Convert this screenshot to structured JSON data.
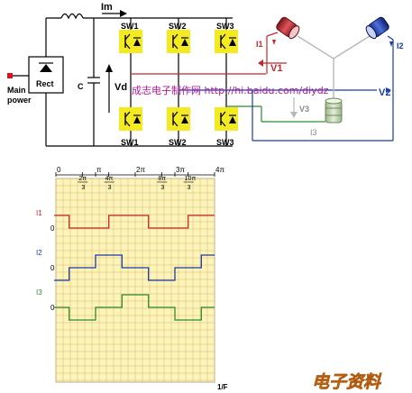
{
  "circuit": {
    "main_power": [
      "Main",
      "power"
    ],
    "rect_label": "Rect",
    "cap_label": "C",
    "vd_label": "Vd",
    "im_label": "Im",
    "switches_top": [
      "SW1",
      "SW2",
      "SW3"
    ],
    "switches_bottom": [
      "SW1",
      "SW2",
      "SW3"
    ],
    "watermark": "成志电子制作网 http://hi.baidu.com/diydz",
    "phase_labels": {
      "i1": "I1",
      "v1": "V1",
      "i2": "I2",
      "v2": "V2",
      "v3": "V3",
      "i3": "I3"
    },
    "colors": {
      "phase1": "#c0282e",
      "phase2": "#1a3aa6",
      "phase3": "#2e8a2e"
    }
  },
  "chart_data": {
    "type": "line",
    "x_axis": {
      "range": [
        0,
        4
      ],
      "unit": "π",
      "xlabel": "1/F",
      "ticks_top": [
        {
          "x": 0,
          "label": "0"
        },
        {
          "x": 0.6667,
          "label_num": "2π",
          "label_den": "3"
        },
        {
          "x": 1,
          "label": "π"
        },
        {
          "x": 1.3333,
          "label_num": "4π",
          "label_den": "3"
        },
        {
          "x": 2,
          "label": "2π"
        },
        {
          "x": 2.6667,
          "label_num": "8π",
          "label_den": "3"
        },
        {
          "x": 3,
          "label": "3π"
        },
        {
          "x": 3.3333,
          "label_num": "10π",
          "label_den": "3"
        },
        {
          "x": 4,
          "label": "4π"
        }
      ]
    },
    "grid": true,
    "series": [
      {
        "name": "I1",
        "zero_label": "0",
        "color": "#c0282e",
        "x": [
          0,
          0.3333,
          0.3333,
          1.3333,
          1.3333,
          2.3333,
          2.3333,
          3.3333,
          3.3333,
          4
        ],
        "y": [
          1,
          1,
          0,
          0,
          1,
          1,
          0,
          0,
          1,
          1
        ]
      },
      {
        "name": "I2",
        "zero_label": "0",
        "color": "#1a3aa6",
        "x": [
          0,
          0.3333,
          0.3333,
          1,
          1,
          1.6667,
          1.6667,
          2.3333,
          2.3333,
          3,
          3,
          3.6667,
          3.6667,
          4
        ],
        "y": [
          -1,
          -1,
          0,
          0,
          1,
          1,
          0,
          0,
          -1,
          -1,
          0,
          0,
          1,
          1
        ]
      },
      {
        "name": "I3",
        "zero_label": "0",
        "color": "#2e8a2e",
        "x": [
          0,
          0.3333,
          0.3333,
          1,
          1,
          1.6667,
          1.6667,
          2.3333,
          2.3333,
          3,
          3,
          3.6667,
          3.6667,
          4
        ],
        "y": [
          0,
          0,
          -1,
          -1,
          0,
          0,
          1,
          1,
          0,
          0,
          -1,
          -1,
          0,
          0
        ]
      }
    ]
  },
  "footer": {
    "logo_text": "电子资料"
  }
}
